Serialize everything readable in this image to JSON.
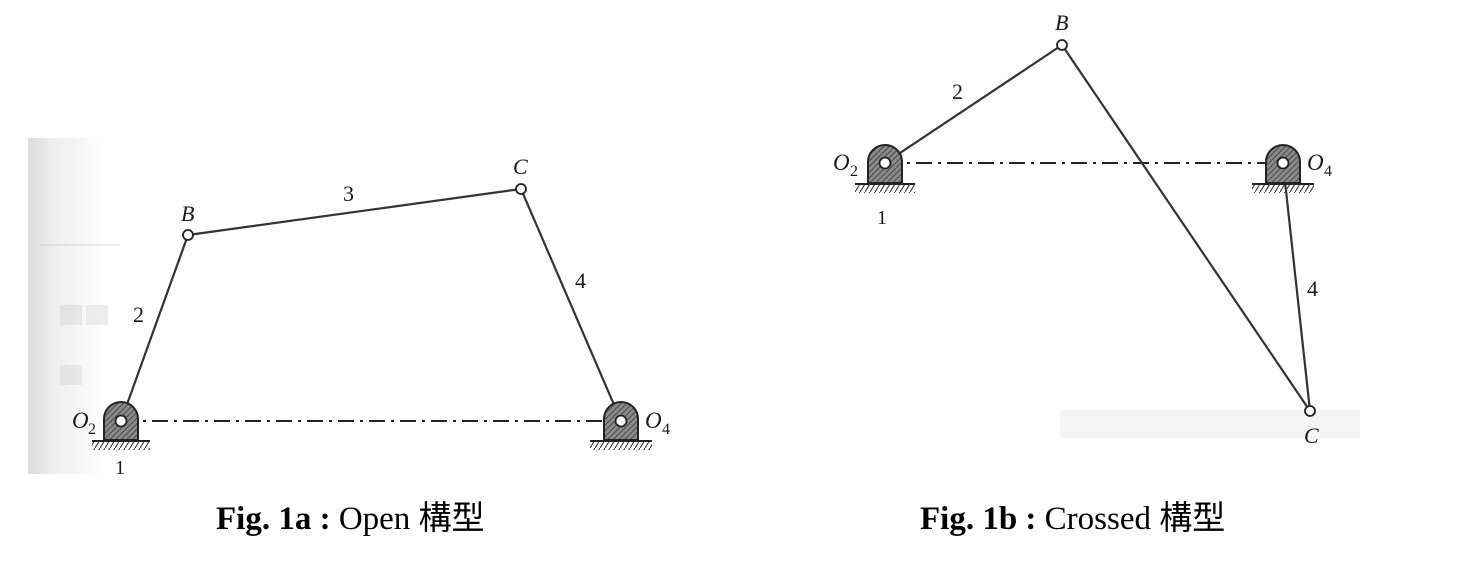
{
  "figures": [
    {
      "id": "fig-1a",
      "labels": {
        "pivot_left_main": "O",
        "pivot_left_sub": "2",
        "pivot_right_main": "O",
        "pivot_right_sub": "4",
        "ground": "1",
        "joint_b": "B",
        "joint_c": "C",
        "link_2": "2",
        "link_3": "3",
        "link_4": "4"
      },
      "caption": {
        "prefix": "Fig. 1a :",
        "text": " Open 構型"
      }
    },
    {
      "id": "fig-1b",
      "labels": {
        "pivot_left_main": "O",
        "pivot_left_sub": "2",
        "pivot_right_main": "O",
        "pivot_right_sub": "4",
        "ground": "1",
        "joint_b": "B",
        "joint_c": "C",
        "link_2": "2",
        "link_4": "4"
      },
      "caption": {
        "prefix": "Fig. 1b :",
        "text": " Crossed 構型"
      }
    }
  ]
}
